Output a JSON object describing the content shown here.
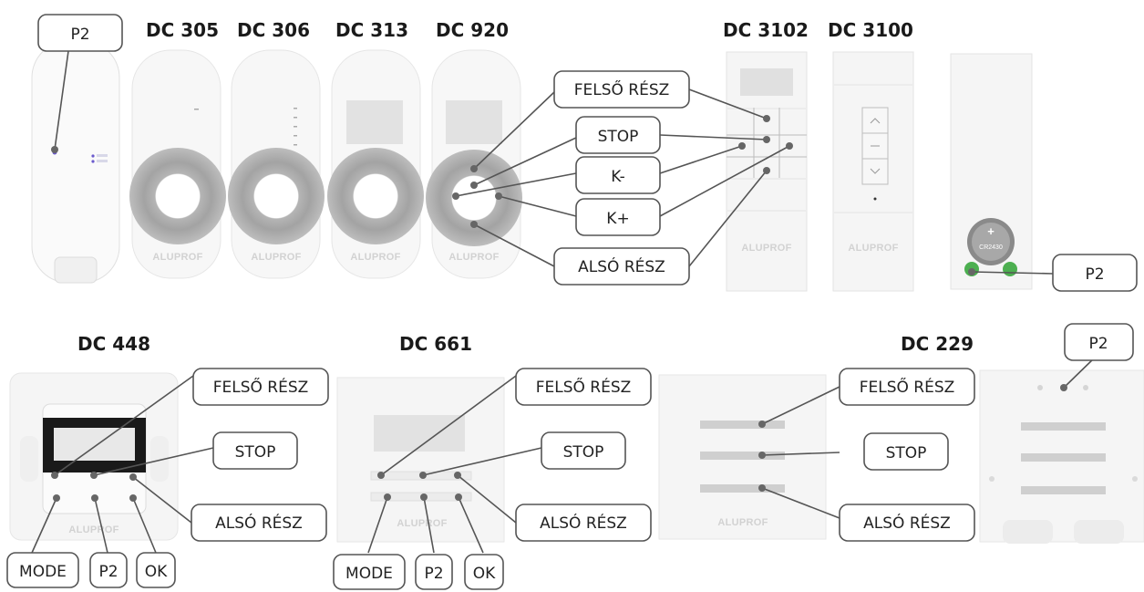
{
  "models": {
    "p2_remote": "P2",
    "dc305": "DC 305",
    "dc306": "DC 306",
    "dc313": "DC 313",
    "dc920": "DC 920",
    "dc3102": "DC 3102",
    "dc3100": "DC 3100",
    "dc448": "DC 448",
    "dc661": "DC 661",
    "dc229": "DC 229"
  },
  "labels": {
    "upper": "FELSŐ RÉSZ",
    "stop": "STOP",
    "k_minus": "K-",
    "k_plus": "K+",
    "lower": "ALSÓ RÉSZ",
    "p2": "P2",
    "mode": "MODE",
    "ok": "OK"
  },
  "brand": "ALUPROF",
  "battery": "CR2430",
  "battery_sign": "+",
  "colors": {
    "line": "#555555",
    "device": "#f7f7f7",
    "ring": "#a5a5a5",
    "display": "#e2e2e2",
    "lcd_frame": "#1a1a1a",
    "contact": "#4caf50"
  }
}
